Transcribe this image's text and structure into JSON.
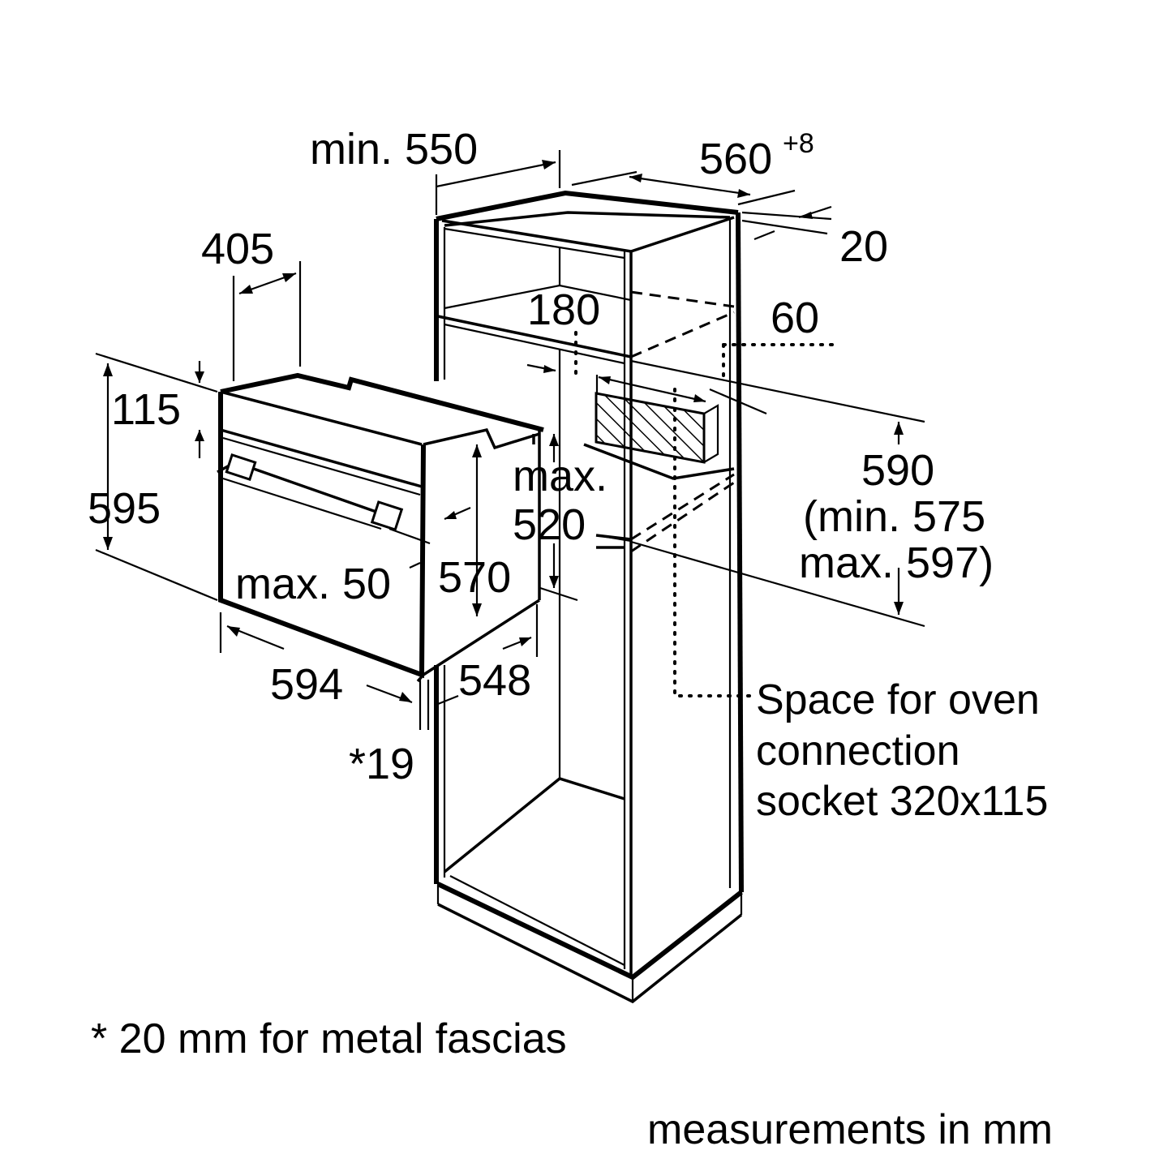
{
  "dimensions": {
    "cabinet_depth": "min. 550",
    "niche_width": "560",
    "niche_width_tolerance": "+8",
    "side_panel": "20",
    "oven_depth_top": "405",
    "top_gap": "180",
    "socket_offset": "60",
    "fascia_height": "115",
    "oven_height": "595",
    "handle_depth": "max. 50",
    "body_width": "570",
    "panel_max": "max.",
    "panel_max_value": "520",
    "niche_height": "590",
    "niche_height_min": "(min. 575",
    "niche_height_max": "max. 597)",
    "front_width": "594",
    "body_width_rear": "548",
    "fascia_thickness": "*19"
  },
  "notes": {
    "socket_space_line1": "Space for oven",
    "socket_space_line2": "connection",
    "socket_space_line3": "socket 320x115",
    "fascia_note": "* 20 mm for metal fascias",
    "units": "measurements in mm"
  }
}
